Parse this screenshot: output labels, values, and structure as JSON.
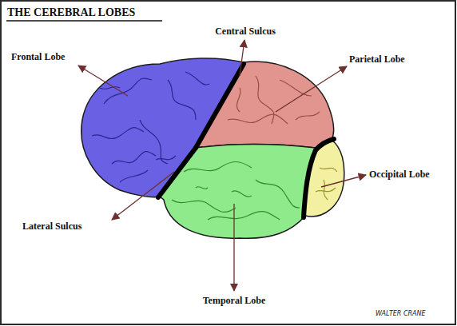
{
  "diagram": {
    "title": "THE CEREBRAL LOBES",
    "labels": [
      "Central Sulcus",
      "Frontal Lobe",
      "Parietal Lobe",
      "Occipital Lobe",
      "Lateral Sulcus",
      "Temporal Lobe",
      "WALTER CRANE"
    ]
  }
}
